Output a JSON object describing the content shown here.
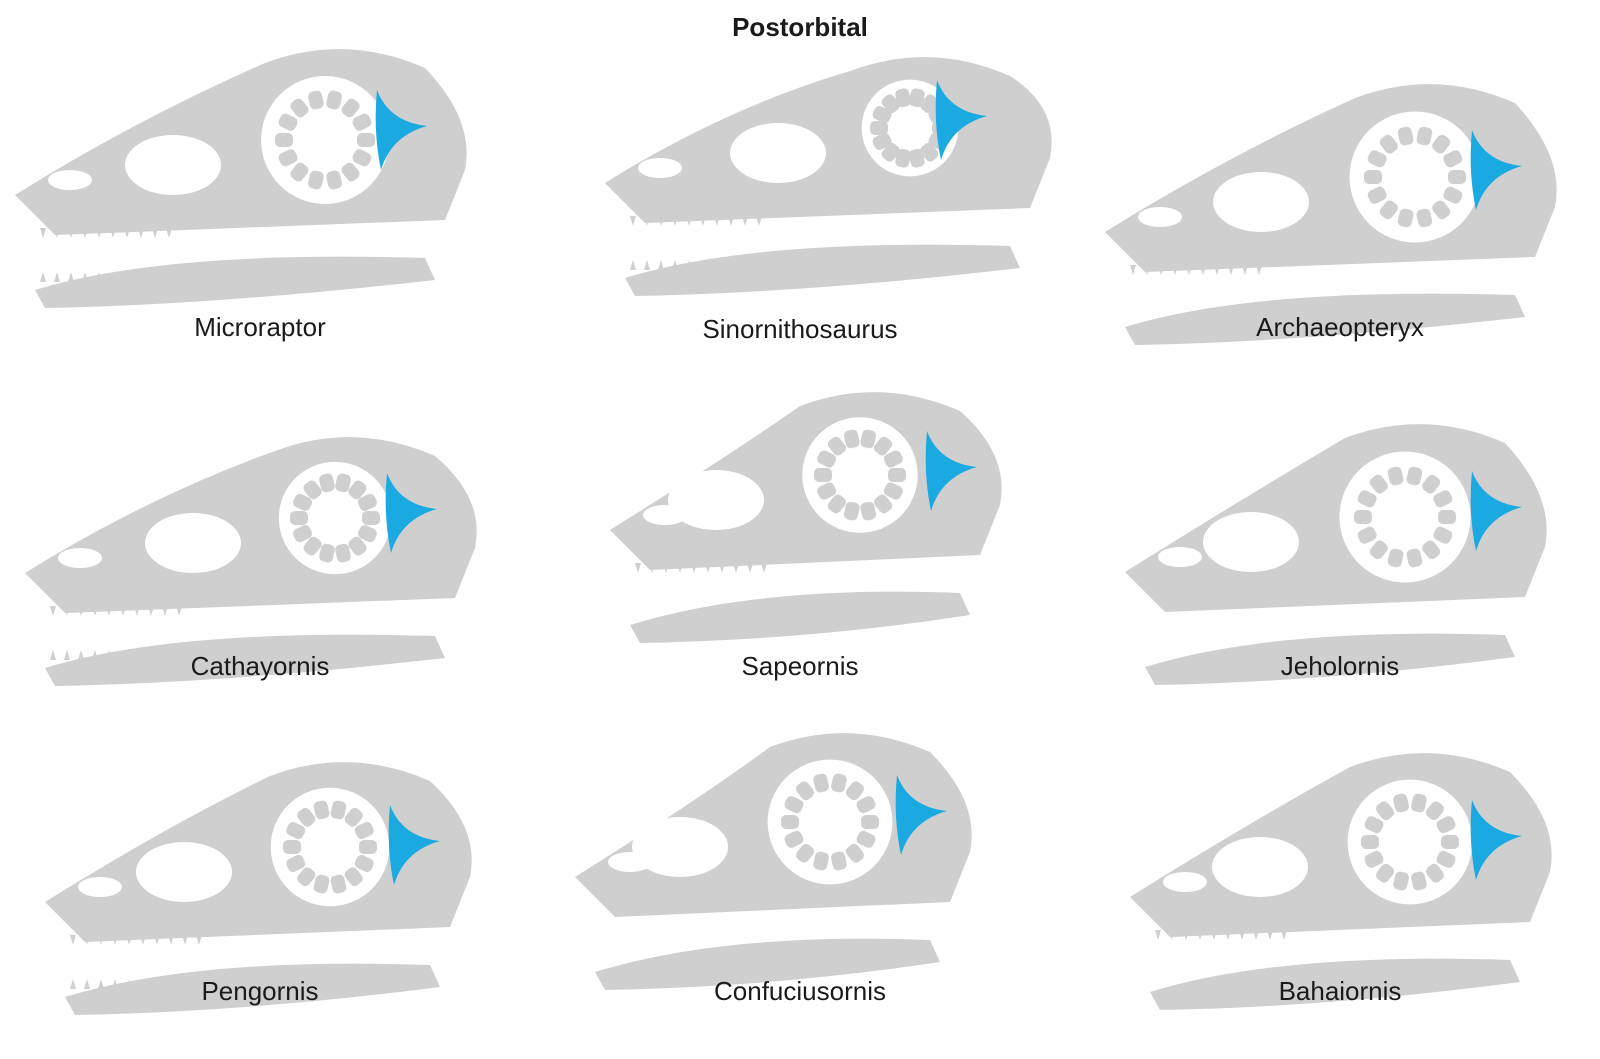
{
  "title": "Postorbital",
  "colors": {
    "bone": "#cfcfcf",
    "highlight": "#1aa9e0",
    "background": "#ffffff"
  },
  "highlighted_bone": "postorbital",
  "specimens": [
    {
      "name": "Microraptor",
      "variant": 0
    },
    {
      "name": "Sinornithosaurus",
      "variant": 1
    },
    {
      "name": "Archaeopteryx",
      "variant": 2
    },
    {
      "name": "Cathayornis",
      "variant": 3
    },
    {
      "name": "Sapeornis",
      "variant": 4
    },
    {
      "name": "Jeholornis",
      "variant": 5
    },
    {
      "name": "Pengornis",
      "variant": 6
    },
    {
      "name": "Confuciusornis",
      "variant": 7
    },
    {
      "name": "Bahaiornis",
      "variant": 8
    }
  ]
}
